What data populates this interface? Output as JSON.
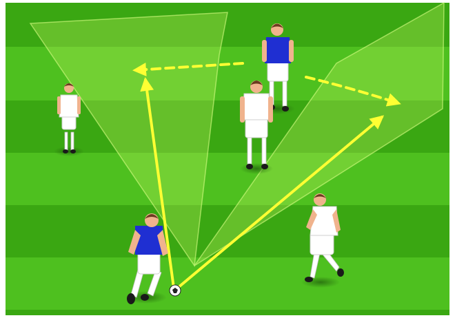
{
  "diagram": {
    "colors": {
      "pitch_light": "#4ec01f",
      "pitch_dark": "#3aa712",
      "zone_fill": "#b6ee5a",
      "zone_stroke": "#d8ff85",
      "arrow": "#ffff33",
      "team_blue": "#1f2fd2",
      "team_white": "#ffffff",
      "skin": "#f0b38d",
      "hair": "#6b3b1f"
    },
    "elements": {
      "pitch": "grass-pitch-striped",
      "zones": [
        "passing-zone-left",
        "passing-zone-right"
      ],
      "passes": [
        "pass-to-left",
        "pass-to-right"
      ],
      "movements": [
        "run-left-dashed",
        "run-right-dashed"
      ],
      "players": [
        {
          "id": "ball-carrier",
          "team": "blue"
        },
        {
          "id": "top-centre-player",
          "team": "blue"
        },
        {
          "id": "left-defender",
          "team": "white"
        },
        {
          "id": "centre-defender",
          "team": "white"
        },
        {
          "id": "right-defender",
          "team": "white"
        }
      ],
      "ball": "football-icon"
    }
  }
}
